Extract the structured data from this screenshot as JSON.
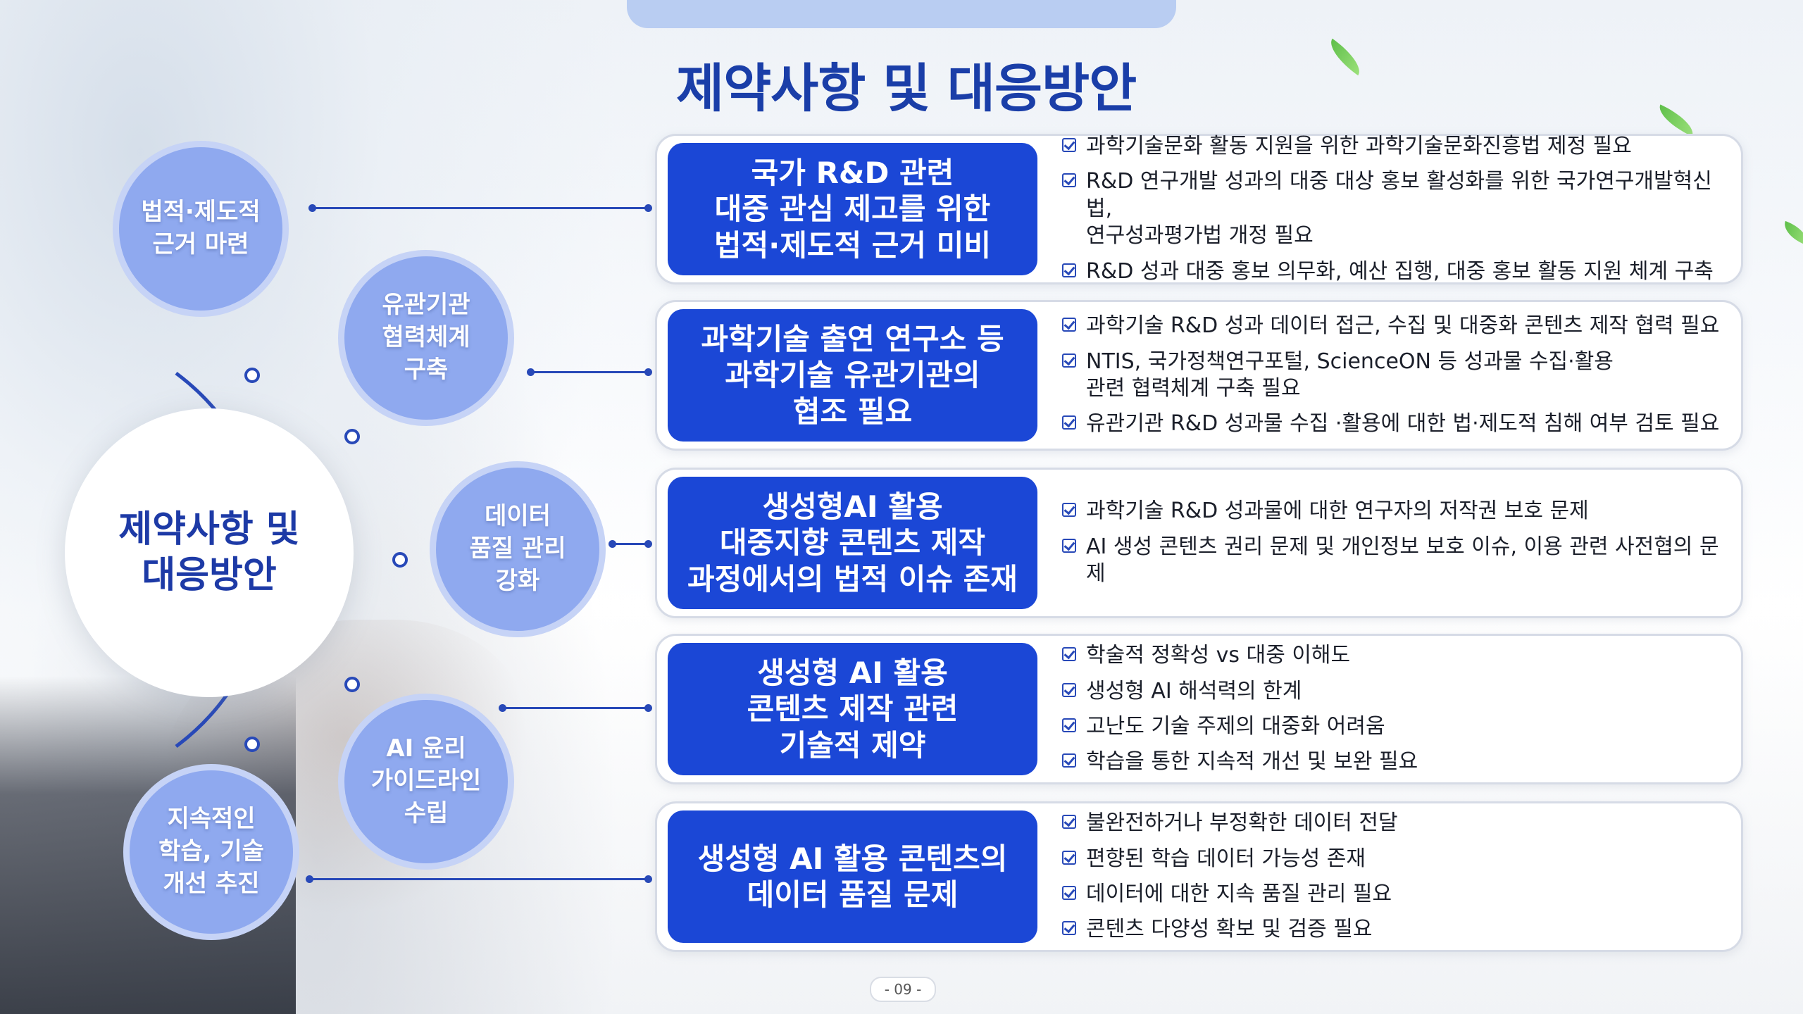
{
  "page_title": "제약사항 및 대응방안",
  "center_title": "제약사항 및\n대응방안",
  "bubbles": [
    {
      "label": "법적·제도적\n근거 마련"
    },
    {
      "label": "유관기관\n협력체계\n구축"
    },
    {
      "label": "데이터\n품질 관리\n강화"
    },
    {
      "label": "AI 윤리\n가이드라인\n수립"
    },
    {
      "label": "지속적인\n학습, 기술\n개선 추진"
    }
  ],
  "rows": [
    {
      "heading": "국가 R&D 관련\n대중 관심 제고를 위한\n법적·제도적 근거 미비",
      "bullets": [
        "과학기술문화 활동 지원을 위한 과학기술문화진흥법 제정 필요",
        "R&D 연구개발 성과의 대중 대상 홍보 활성화를 위한 국가연구개발혁신법,\n연구성과평가법 개정 필요",
        "R&D 성과 대중 홍보 의무화, 예산 집행, 대중 홍보 활동 지원 체계 구축"
      ]
    },
    {
      "heading": "과학기술 출연 연구소 등\n과학기술 유관기관의\n협조 필요",
      "bullets": [
        "과학기술 R&D 성과 데이터  접근, 수집 및 대중화 콘텐츠 제작 협력 필요",
        "NTIS, 국가정책연구포털, ScienceON 등 성과물 수집·활용\n관련 협력체계 구축 필요",
        "유관기관 R&D 성과물 수집 ·활용에 대한 법·제도적 침해 여부 검토 필요"
      ]
    },
    {
      "heading": "생성형AI 활용\n대중지향 콘텐츠 제작\n과정에서의 법적 이슈 존재",
      "bullets": [
        "과학기술 R&D 성과물에 대한 연구자의 저작권 보호 문제",
        "AI 생성 콘텐츠 권리 문제 및 개인정보 보호 이슈, 이용 관련 사전협의 문제"
      ]
    },
    {
      "heading": "생성형 AI 활용\n콘텐츠 제작 관련\n기술적 제약",
      "bullets": [
        "학술적 정확성 vs 대중 이해도",
        "생성형 AI 해석력의 한계",
        "고난도 기술 주제의 대중화 어려움",
        "학습을 통한 지속적 개선 및 보완 필요"
      ]
    },
    {
      "heading": "생성형 AI 활용 콘텐츠의\n데이터 품질 문제",
      "bullets": [
        "불완전하거나 부정확한 데이터 전달",
        "편향된 학습 데이터 가능성 존재",
        "데이터에 대한 지속 품질 관리 필요",
        "콘텐츠 다양성 확보 및 검증 필요"
      ]
    }
  ],
  "page_number": "- 09 -",
  "colors": {
    "primary": "#1b47d6",
    "bubble": "#8fa9ef",
    "title": "#1a3ea8"
  }
}
